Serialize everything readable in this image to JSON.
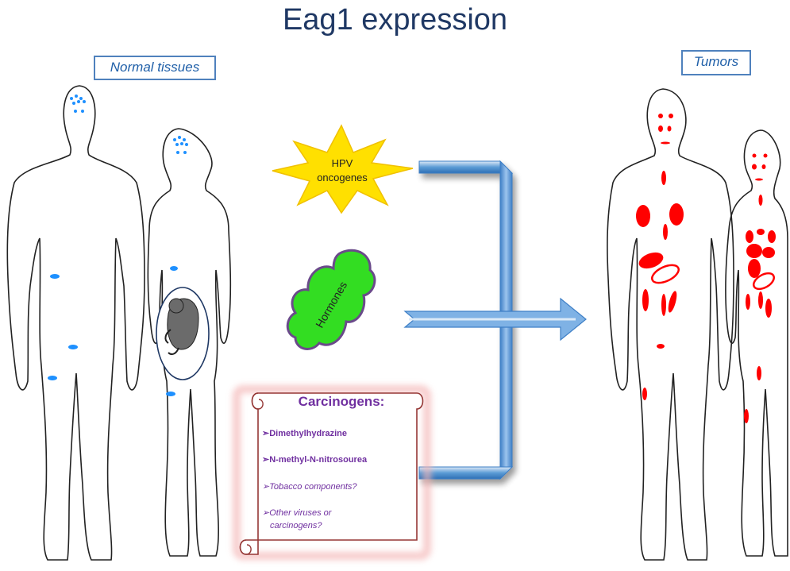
{
  "title": "Eag1 expression",
  "labels": {
    "normal": "Normal tissues",
    "tumors": "Tumors"
  },
  "factors": {
    "hpv_line1": "HPV",
    "hpv_line2": "oncogenes",
    "hormones": "Hormones"
  },
  "carcinogens": {
    "title": "Carcinogens:",
    "items": [
      "Dimethylhydrazine",
      "N-methyl-N-nitrosourea",
      "Tobacco components?",
      "Other  viruses or",
      "carcinogens?"
    ],
    "bullet": "➢"
  },
  "colors": {
    "title": "#1f3864",
    "normal_marks": "#1e90ff",
    "tumor_marks": "#ff0000",
    "arrow": "#5b9bd5",
    "star": "#ffe000",
    "hormone_blob": "#33dd22",
    "scroll_border": "#c0504d",
    "carcinogen_text": "#7030a0"
  }
}
